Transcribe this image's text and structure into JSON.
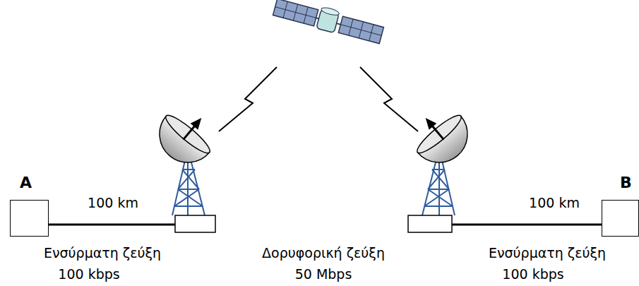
{
  "diagram": {
    "nodes": [
      {
        "text": [
          "A"
        ]
      },
      {
        "text": [
          "B"
        ]
      }
    ],
    "labels": [
      "100 km",
      "Ενσύρματη ζεύξη",
      "100 kbps",
      "Δορυφορική ζεύξη",
      "50 Mbps",
      "100 km",
      "Ενσύρματη ζεύξη",
      "100 kbps"
    ]
  }
}
